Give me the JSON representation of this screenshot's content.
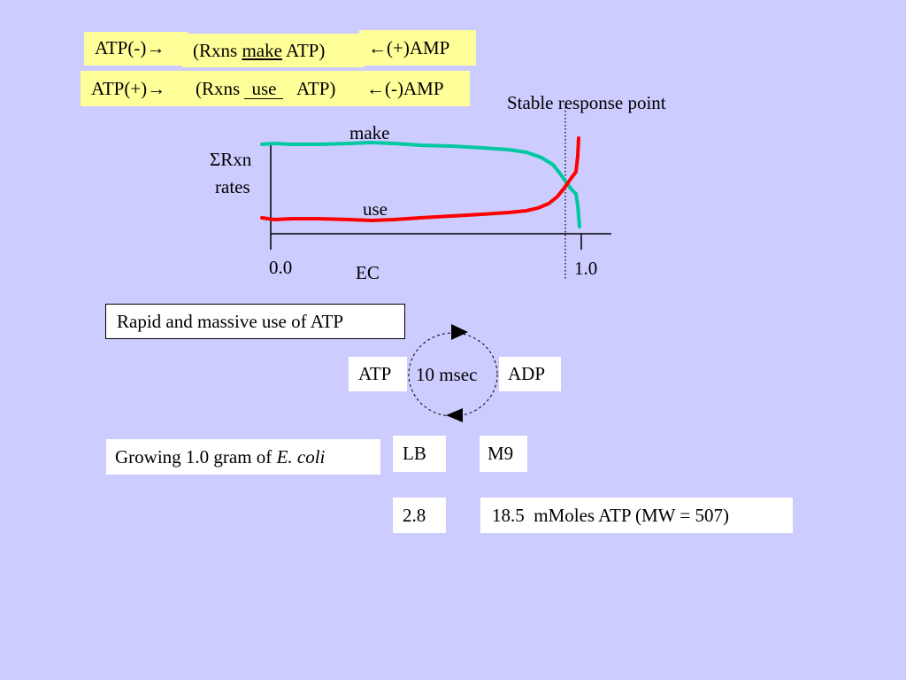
{
  "row1": {
    "left": "ATP(-)→",
    "mid_pre": "(Rxns ",
    "mid_underlined": "make",
    "mid_post": " ATP)",
    "right": "←(+)AMP"
  },
  "row2": {
    "left": "ATP(+)→",
    "mid_pre": "(Rxns ",
    "mid_underlined": "use",
    "mid_post": "   ATP)",
    "right": "←(-)AMP"
  },
  "graph": {
    "stable_label": "Stable response point",
    "make_label": "make",
    "use_label": "use",
    "ylabel_line1": "ΣRxn",
    "ylabel_line2": "rates",
    "xlabel": "EC",
    "x_tick_start": "0.0",
    "x_tick_end": "1.0",
    "colors": {
      "make": "#00c8a0",
      "use": "#ff0000"
    }
  },
  "atp_cycle": {
    "label": "Rapid and massive use of ATP",
    "atp": "ATP",
    "time": "10 msec",
    "adp": "ADP"
  },
  "growth": {
    "label_pre": "Growing 1.0 gram of ",
    "label_italic": "E. coli",
    "medium1": "LB",
    "medium2": "M9",
    "value1": "2.8",
    "value2": "18.5  mMoles ATP (MW = 507)"
  }
}
